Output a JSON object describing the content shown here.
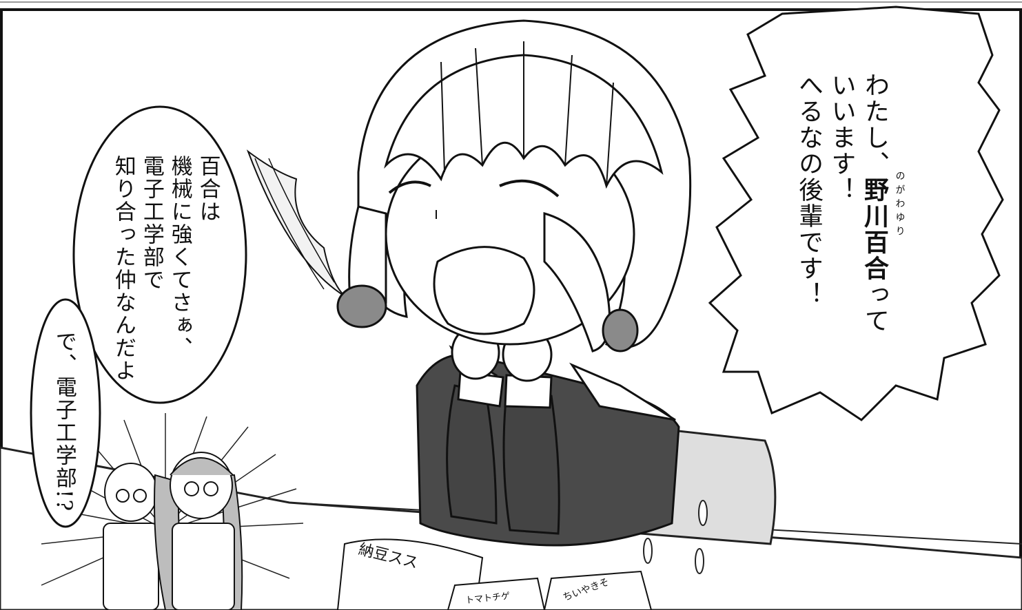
{
  "balloons": {
    "right": {
      "line1_a": "わたし、",
      "line1_b": "野川百合",
      "line1_c": "って",
      "furigana": "のがわゆり",
      "line2": "いいます！",
      "line3": "へるなの後輩です！"
    },
    "middle": {
      "lines": [
        "百合は",
        "機械に強くてさぁ、",
        "電子工学部で",
        "知り合った仲なんだよ"
      ]
    },
    "left": {
      "lines": [
        "で、電子工学部!?"
      ]
    }
  },
  "props": {
    "package_main": "納豆スス",
    "package_small_1": "トマトチゲ",
    "package_small_2": "ちいやきそ"
  }
}
